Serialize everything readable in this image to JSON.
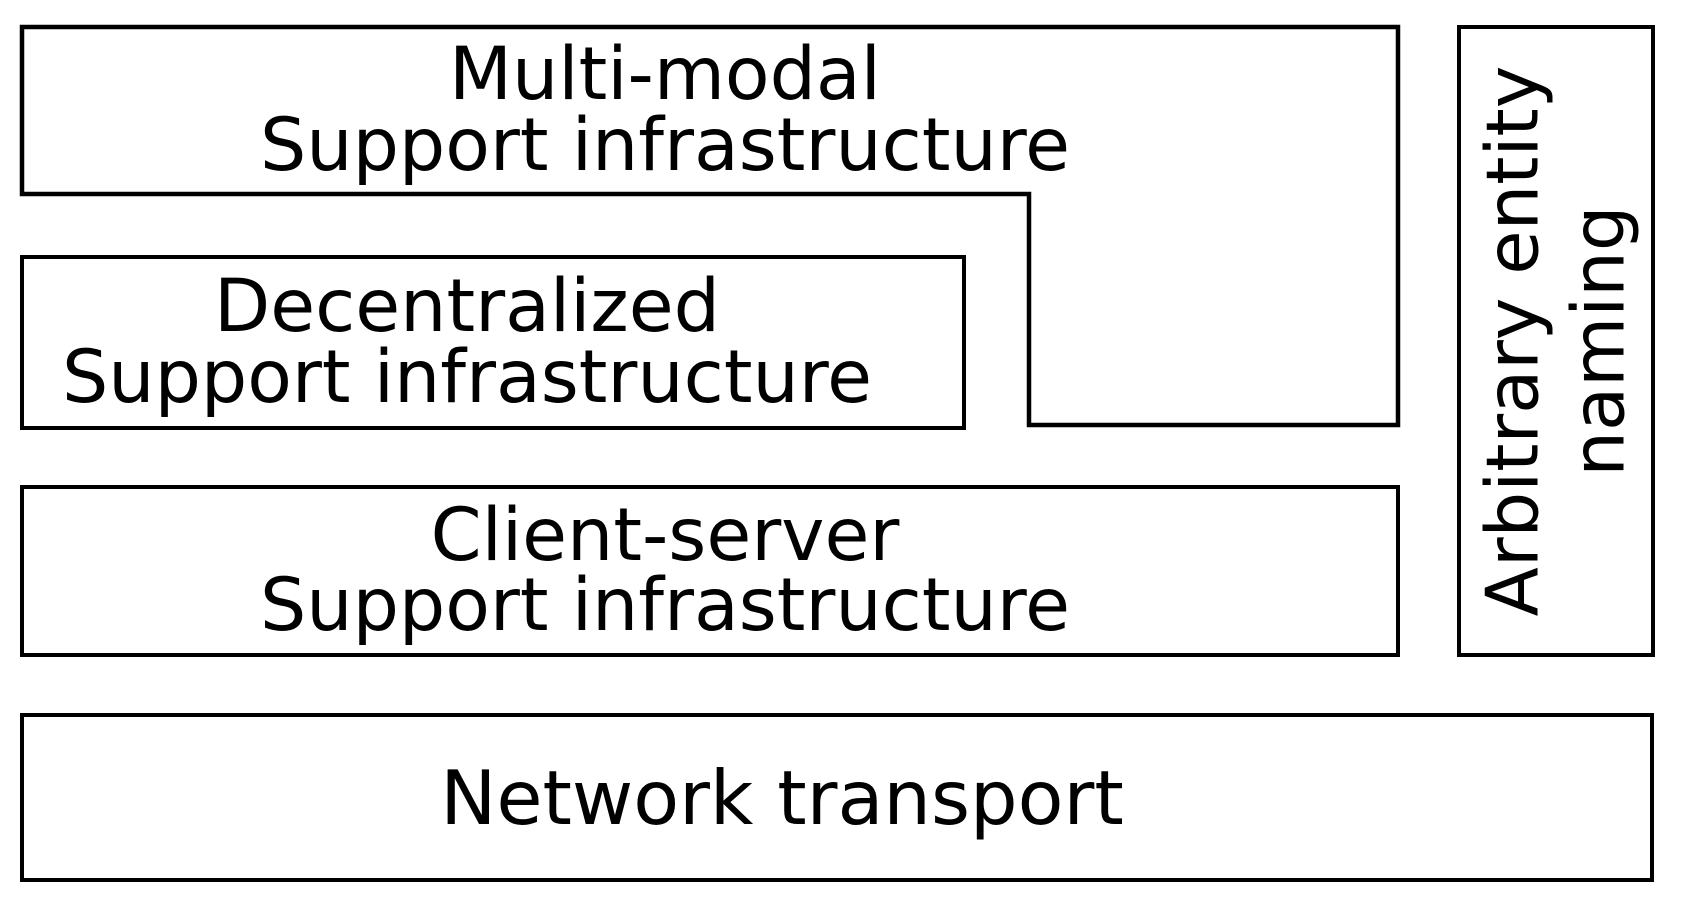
{
  "diagram": {
    "colors": {
      "background": "#ffffff",
      "stroke": "#000000",
      "text": "#000000"
    },
    "layers": {
      "multimodal": {
        "lines": [
          "Multi-modal",
          "Support infrastructure"
        ]
      },
      "decentralized": {
        "lines": [
          "Decentralized",
          "Support infrastructure"
        ]
      },
      "client_server": {
        "lines": [
          "Client-server",
          "Support infrastructure"
        ]
      },
      "network": {
        "lines": [
          "Network transport"
        ]
      },
      "naming": {
        "lines": [
          "Arbitrary entity",
          "naming"
        ]
      }
    }
  }
}
